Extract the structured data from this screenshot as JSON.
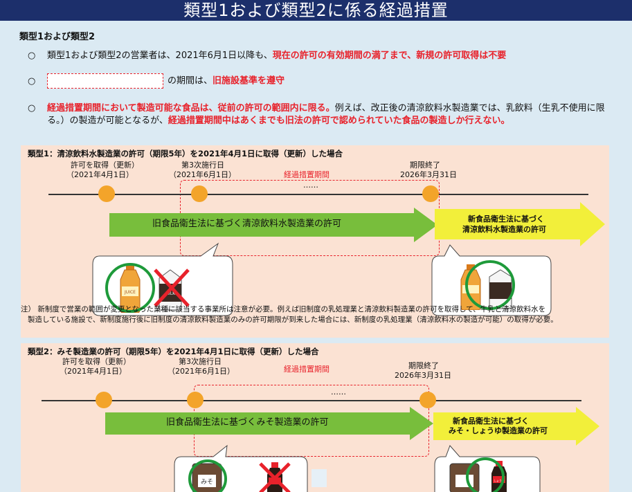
{
  "header": {
    "title": "類型1および類型2に係る経過措置"
  },
  "section": {
    "title": "類型1および類型2"
  },
  "bullets": {
    "b1_mark": "○",
    "b1_text": "類型1および類型2の営業者は、2021年6月1日以降も、",
    "b1_red": "現在の許可の有効期間の満了まで、新規の許可取得は不要",
    "b2_mark": "○",
    "b2_text": "の期間は、",
    "b2_red": "旧施設基準を遵守",
    "b3_mark": "○",
    "b3_red1": "経過措置期間において製造可能な食品は、従前の許可の範囲内に限る。",
    "b3_text": "例えば、改正後の清涼飲料水製造業では、乳飲料（生乳不使用に限る。）の製造が可能となるが、",
    "b3_red2": "経過措置期間中はあくまでも旧法の許可で認められていた食品の製造しか行えない。"
  },
  "panel1": {
    "title": "類型1：清涼飲料水製造業の許可（期限5年）を2021年4月1日に取得（更新）した場合",
    "label_get": "許可を取得（更新）",
    "label_get_date": "（2021年4月1日）",
    "label_third": "第3次施行日",
    "label_third_date": "（2021年6月1日）",
    "label_period": "経過措置期間",
    "label_end": "期限終了",
    "label_end_date": "2026年3月31日",
    "dots_text": "……",
    "green_arrow": "旧食品衛生法に基づく清涼飲料水製造業の許可",
    "yellow_arrow_1": "新食品衛生法に基づく",
    "yellow_arrow_2": "清涼飲料水製造業の許可",
    "bottle_label": "JUICE",
    "milk_label": "MILK"
  },
  "note": {
    "line1": "注） 新制度で営業の範囲が変更となった業種に該当する事業所は注意が必要。例えば旧制度の乳処理業と清涼飲料製造業の許可を取得して、牛乳と清涼飲料水を",
    "line2": "製造している施設で、新制度施行後に旧制度の清涼飲料製造業のみの許可期限が到来した場合には、新制度の乳処理業（清涼飲料水の製造が可能）の取得が必要。"
  },
  "panel2": {
    "title": "類型2：みそ製造業の許可（期限5年）を2021年4月1日に取得（更新）した場合",
    "label_get": "許可を取得（更新）",
    "label_get_date": "（2021年4月1日）",
    "label_third": "第3次施行日",
    "label_third_date": "（2021年6月1日）",
    "label_period": "経過措置期間",
    "label_end": "期限終了",
    "label_end_date": "2026年3月31日",
    "dots_text": "……",
    "green_arrow": "旧食品衛生法に基づくみそ製造業の許可",
    "yellow_arrow_1": "新食品衛生法に基づく",
    "yellow_arrow_2": "みそ・しょうゆ製造業の許可",
    "miso_label": "みそ",
    "soy_label": "しょうゆ"
  },
  "colors": {
    "header_bg": "#1c2f6b",
    "content_bg": "#dbeaf3",
    "panel_bg": "#fbe2d3",
    "accent_red": "#e8222b",
    "green": "#78be3c",
    "yellow": "#f2ef3a",
    "dot_orange": "#f3a42a",
    "circle_green": "#1e9a3a"
  },
  "icons": [
    "juice-bottle-icon",
    "milk-carton-icon",
    "cross-mark-icon",
    "green-circle-icon",
    "miso-box-icon",
    "soy-sauce-bottle-icon"
  ]
}
